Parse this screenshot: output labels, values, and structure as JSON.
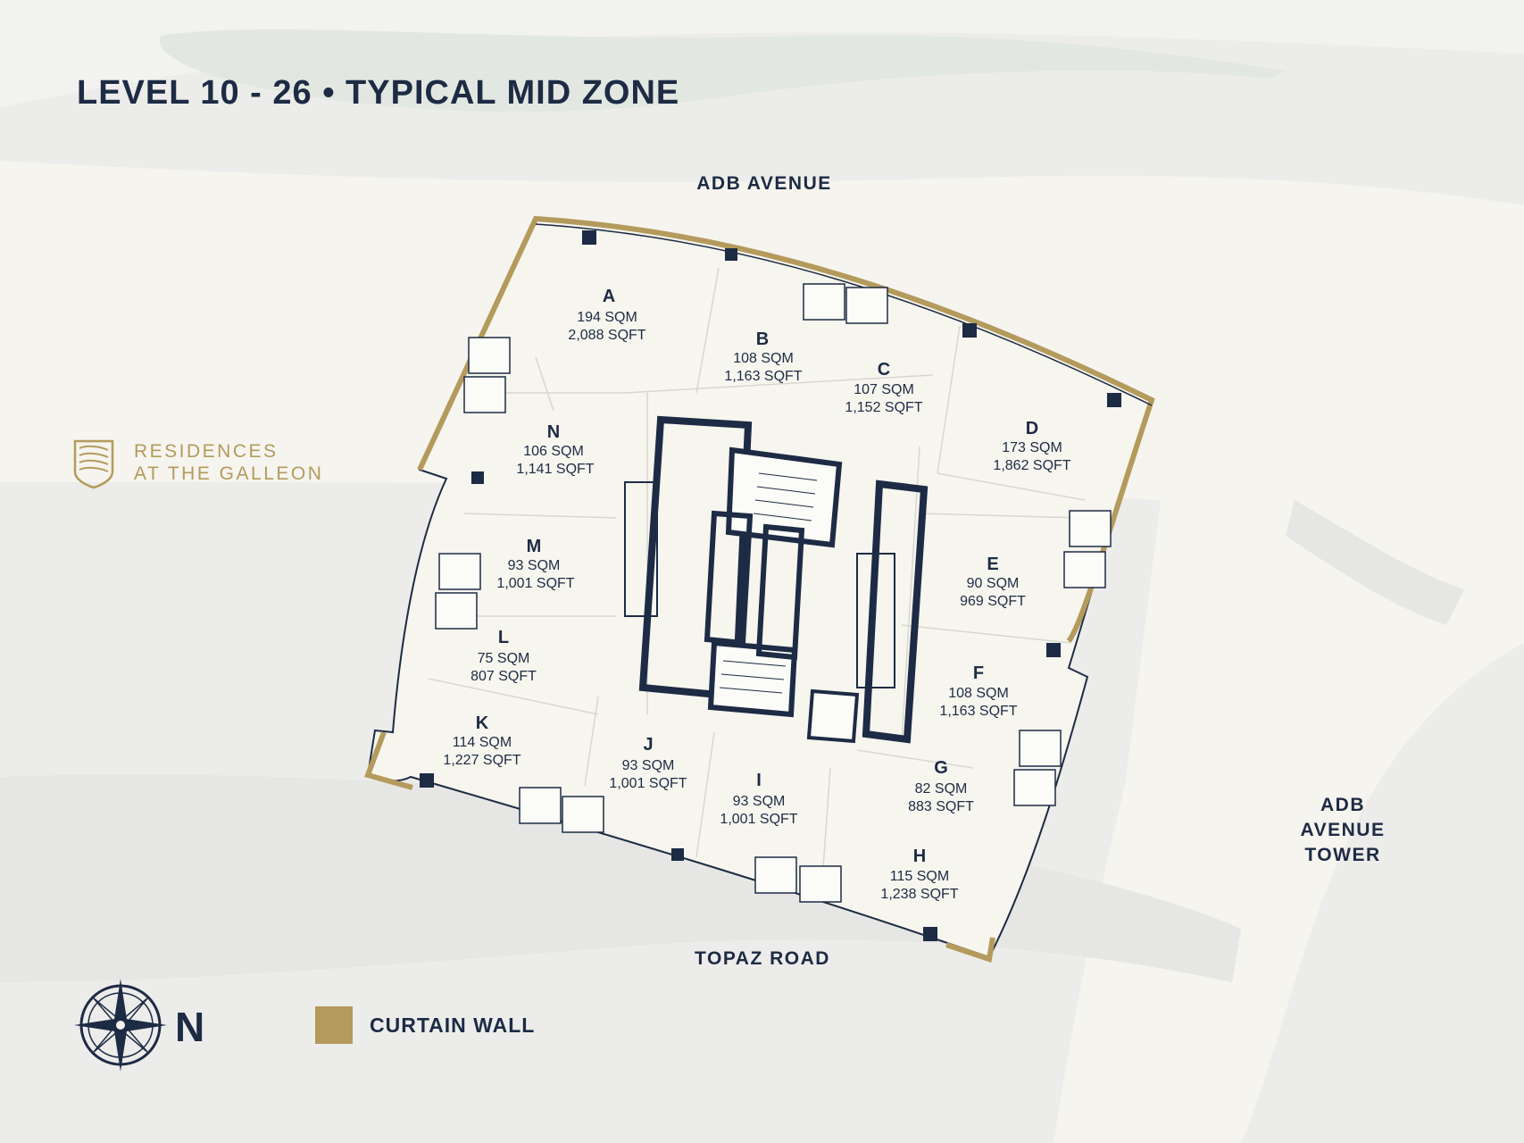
{
  "title": "LEVEL 10 - 26 • TYPICAL MID ZONE",
  "roads": {
    "north": "ADB AVENUE",
    "south": "TOPAZ ROAD",
    "east_tower": [
      "ADB",
      "AVENUE",
      "TOWER"
    ]
  },
  "brand": {
    "line1": "RESIDENCES",
    "line2": "AT THE GALLEON"
  },
  "legend": {
    "north_label": "N",
    "curtain_wall_label": "CURTAIN WALL"
  },
  "colors": {
    "navy": "#1d2b44",
    "curtain_wall": "#b49a5c",
    "floor_fill": "#f6f5ee",
    "background": "#ececea"
  },
  "units": [
    {
      "id": "A",
      "sqm": "194 SQM",
      "sqft": "2,088 SQFT"
    },
    {
      "id": "B",
      "sqm": "108 SQM",
      "sqft": "1,163 SQFT"
    },
    {
      "id": "C",
      "sqm": "107 SQM",
      "sqft": "1,152 SQFT"
    },
    {
      "id": "D",
      "sqm": "173 SQM",
      "sqft": "1,862 SQFT"
    },
    {
      "id": "E",
      "sqm": "90 SQM",
      "sqft": "969 SQFT"
    },
    {
      "id": "F",
      "sqm": "108 SQM",
      "sqft": "1,163 SQFT"
    },
    {
      "id": "G",
      "sqm": "82 SQM",
      "sqft": "883 SQFT"
    },
    {
      "id": "H",
      "sqm": "115 SQM",
      "sqft": "1,238 SQFT"
    },
    {
      "id": "I",
      "sqm": "93 SQM",
      "sqft": "1,001 SQFT"
    },
    {
      "id": "J",
      "sqm": "93 SQM",
      "sqft": "1,001 SQFT"
    },
    {
      "id": "K",
      "sqm": "114 SQM",
      "sqft": "1,227 SQFT"
    },
    {
      "id": "L",
      "sqm": "75 SQM",
      "sqft": "807 SQFT"
    },
    {
      "id": "M",
      "sqm": "93 SQM",
      "sqft": "1,001 SQFT"
    },
    {
      "id": "N",
      "sqm": "106 SQM",
      "sqft": "1,141 SQFT"
    }
  ]
}
